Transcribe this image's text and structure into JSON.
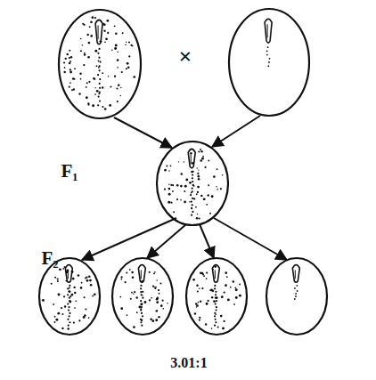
{
  "diagram": {
    "labels": [
      "×",
      "F₁",
      "F₂",
      "3.01:1"
    ]
  }
}
